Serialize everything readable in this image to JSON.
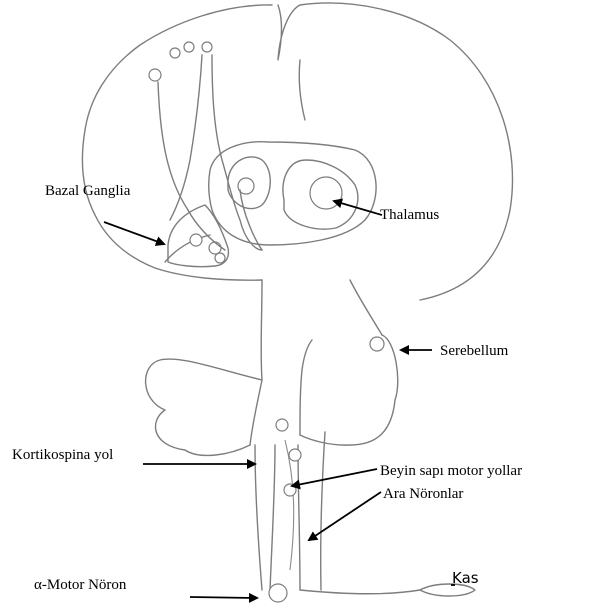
{
  "labels": {
    "basal_ganglia": "Bazal Ganglia",
    "thalamus": "Thalamus",
    "cerebellum": "Serebellum",
    "corticospinal": "Kortikospina yol",
    "brainstem_motor": "Beyin sapı motor yollar",
    "interneurons": "Ara Nöronlar",
    "alpha_motor": "α-Motor Nöron",
    "muscle": "Kas"
  }
}
